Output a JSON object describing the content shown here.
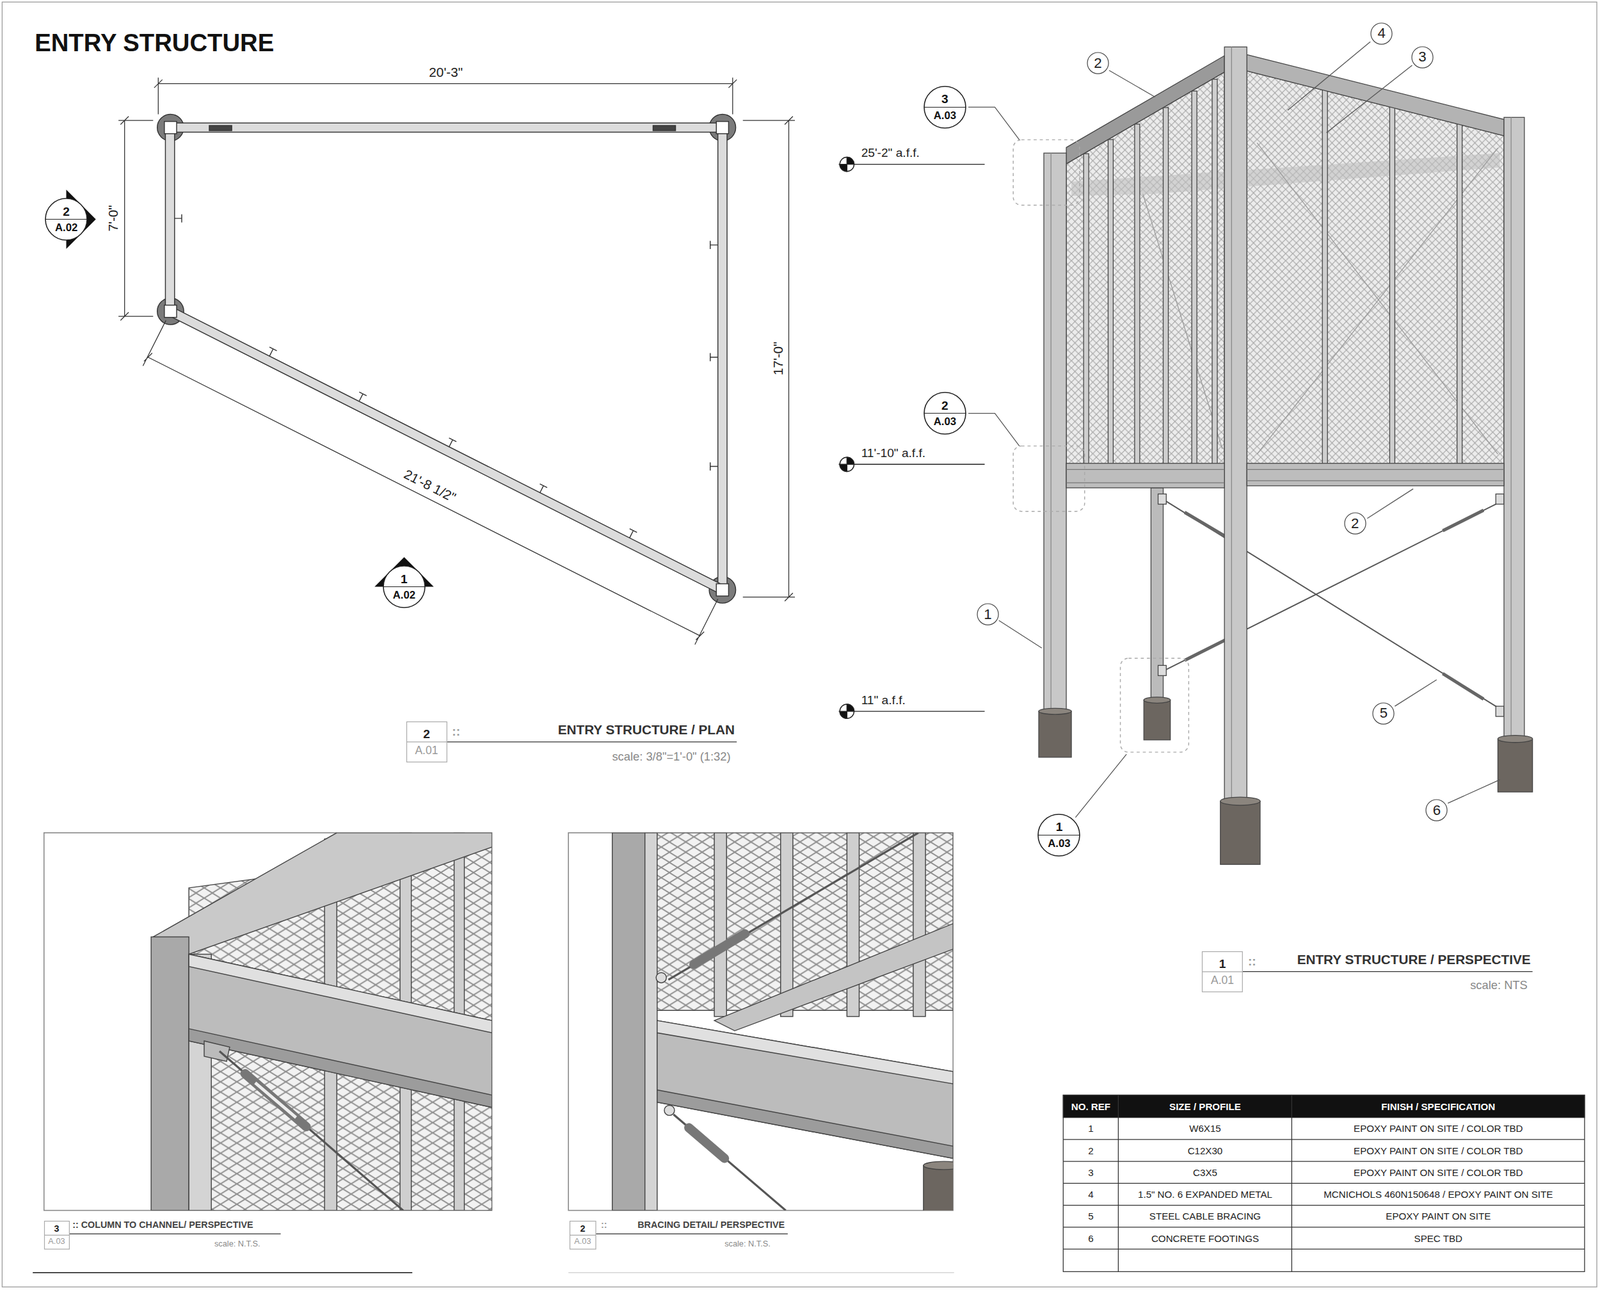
{
  "diagram": {
    "title": "ENTRY STRUCTURE",
    "nodes": [
      {
        "text": [
          "2",
          "A.02"
        ]
      },
      {
        "text": [
          "1",
          "A.02"
        ]
      },
      {
        "text": [
          "2",
          "A.01"
        ]
      },
      {
        "text": [
          "3",
          "A.03"
        ]
      },
      {
        "text": [
          "2"
        ]
      },
      {
        "text": [
          "4"
        ]
      },
      {
        "text": [
          "3"
        ]
      },
      {
        "text": [
          "2",
          "A.03"
        ]
      },
      {
        "text": [
          "2"
        ]
      },
      {
        "text": [
          "1"
        ]
      },
      {
        "text": [
          "5"
        ]
      },
      {
        "text": [
          "1",
          "A.03"
        ]
      },
      {
        "text": [
          "6"
        ]
      },
      {
        "text": [
          "1",
          "A.01"
        ]
      },
      {
        "text": [
          "3",
          "A.03"
        ]
      },
      {
        "text": [
          "2",
          "A.03"
        ]
      }
    ],
    "labels": [
      "20'-3\"",
      "7'-0\"",
      "17'-0\"",
      "21'-8 1/2\"",
      "::",
      "ENTRY STRUCTURE / PLAN",
      "scale: 3/8\"=1'-0\" (1:32)",
      "25'-2\" a.f.f.",
      "11'-10\" a.f.f.",
      "11\" a.f.f.",
      "::",
      "ENTRY STRUCTURE / PERSPECTIVE",
      "scale: NTS",
      ":: COLUMN TO CHANNEL/ PERSPECTIVE",
      "scale: N.T.S.",
      "::",
      "BRACING DETAIL/ PERSPECTIVE",
      "scale: N.T.S.",
      "NO. REF",
      "SIZE / PROFILE",
      "FINISH / SPECIFICATION",
      "1",
      "W6X15",
      "EPOXY PAINT ON SITE / COLOR TBD",
      "2",
      "C12X30",
      "EPOXY PAINT ON SITE / COLOR TBD",
      "3",
      "C3X5",
      "EPOXY PAINT ON SITE / COLOR TBD",
      "4",
      "1.5\" NO. 6 EXPANDED METAL",
      "MCNICHOLS 460N150648 / EPOXY PAINT ON SITE",
      "5",
      "STEEL CABLE BRACING",
      "EPOXY PAINT ON SITE",
      "6",
      "CONCRETE FOOTINGS",
      "SPEC TBD"
    ]
  }
}
